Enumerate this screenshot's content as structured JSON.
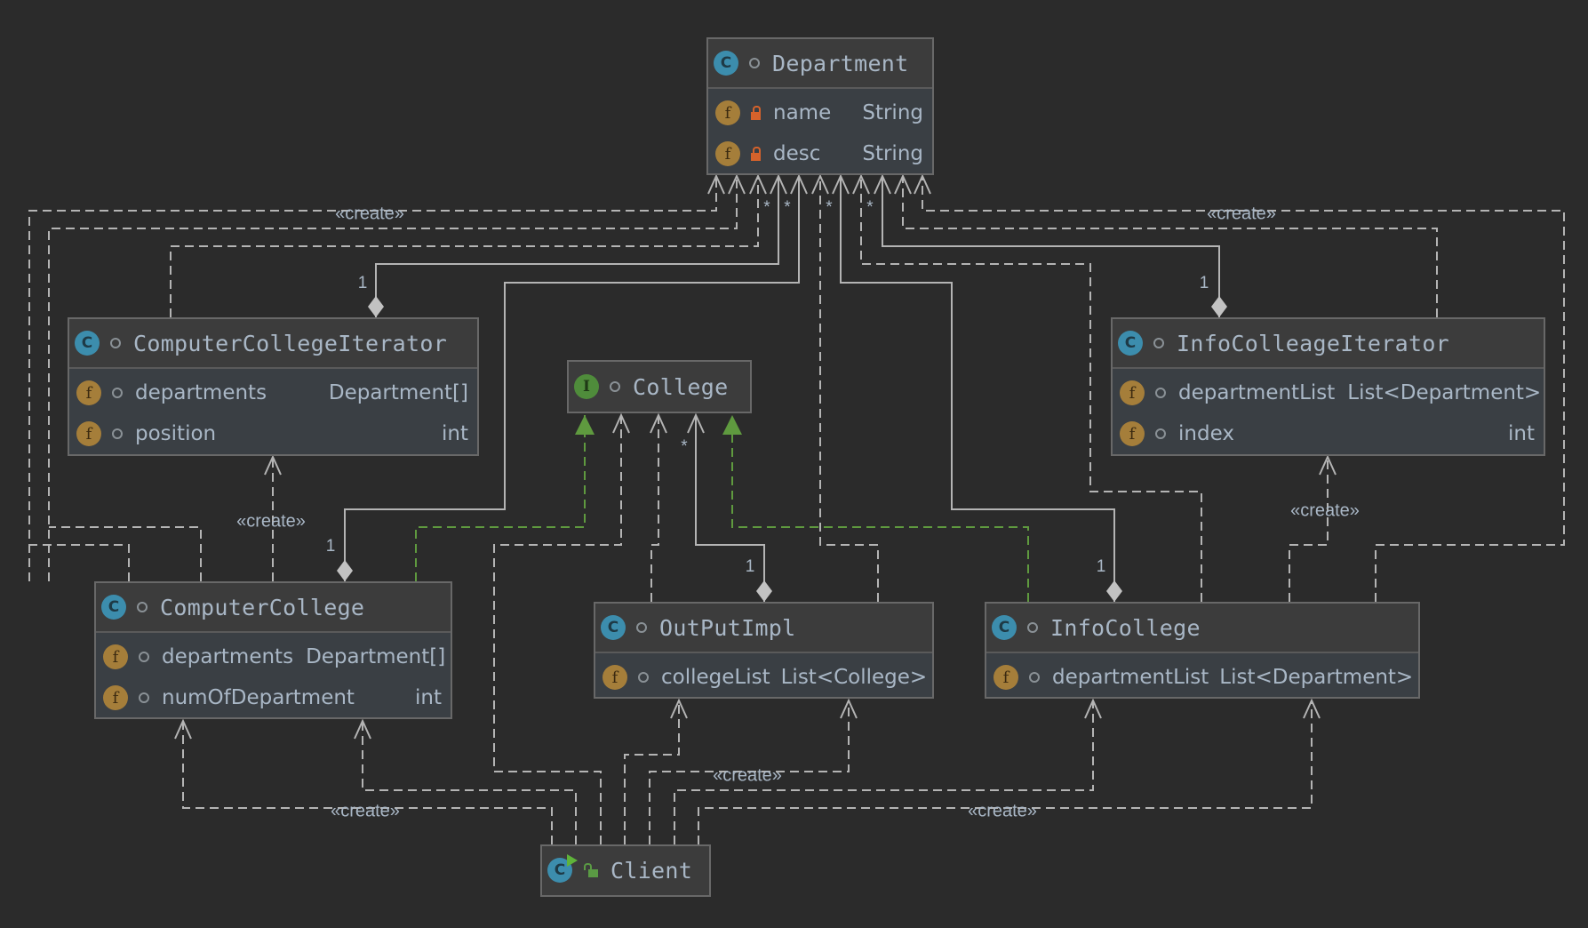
{
  "diagram": {
    "type": "UML class diagram",
    "classes": {
      "department": {
        "name": "Department",
        "kind": "class",
        "kind_letter": "C",
        "fields": [
          {
            "name": "name",
            "type": "String",
            "visibility": "private"
          },
          {
            "name": "desc",
            "type": "String",
            "visibility": "private"
          }
        ]
      },
      "computer_college_iterator": {
        "name": "ComputerCollegeIterator",
        "kind": "class",
        "kind_letter": "C",
        "fields": [
          {
            "name": "departments",
            "type": "Department[]",
            "visibility": "package"
          },
          {
            "name": "position",
            "type": "int",
            "visibility": "package"
          }
        ]
      },
      "info_colleage_iterator": {
        "name": "InfoColleageIterator",
        "kind": "class",
        "kind_letter": "C",
        "fields": [
          {
            "name": "departmentList",
            "type": "List<Department>",
            "visibility": "package"
          },
          {
            "name": "index",
            "type": "int",
            "visibility": "package"
          }
        ]
      },
      "college": {
        "name": "College",
        "kind": "interface",
        "kind_letter": "I",
        "fields": []
      },
      "computer_college": {
        "name": "ComputerCollege",
        "kind": "class",
        "kind_letter": "C",
        "fields": [
          {
            "name": "departments",
            "type": "Department[]",
            "visibility": "package"
          },
          {
            "name": "numOfDepartment",
            "type": "int",
            "visibility": "package"
          }
        ]
      },
      "output_impl": {
        "name": "OutPutImpl",
        "kind": "class",
        "kind_letter": "C",
        "fields": [
          {
            "name": "collegeList",
            "type": "List<College>",
            "visibility": "package"
          }
        ]
      },
      "info_college": {
        "name": "InfoCollege",
        "kind": "class",
        "kind_letter": "C",
        "fields": [
          {
            "name": "departmentList",
            "type": "List<Department>",
            "visibility": "package"
          }
        ]
      },
      "client": {
        "name": "Client",
        "kind": "runnable class",
        "kind_letter": "C",
        "visibility": "public",
        "fields": []
      }
    },
    "icon_letter_field": "f",
    "labels": {
      "create": "«create»",
      "one": "1",
      "many": "*"
    },
    "colors": {
      "background": "#2b2b2b",
      "line": "#b4b4b4",
      "realization": "#5f9a3f",
      "class_icon": "#3c8dad",
      "interface_icon": "#4f8c3b",
      "field_icon": "#a57e3a",
      "private_lock": "#d5622b",
      "text": "#a9b7c6"
    }
  }
}
